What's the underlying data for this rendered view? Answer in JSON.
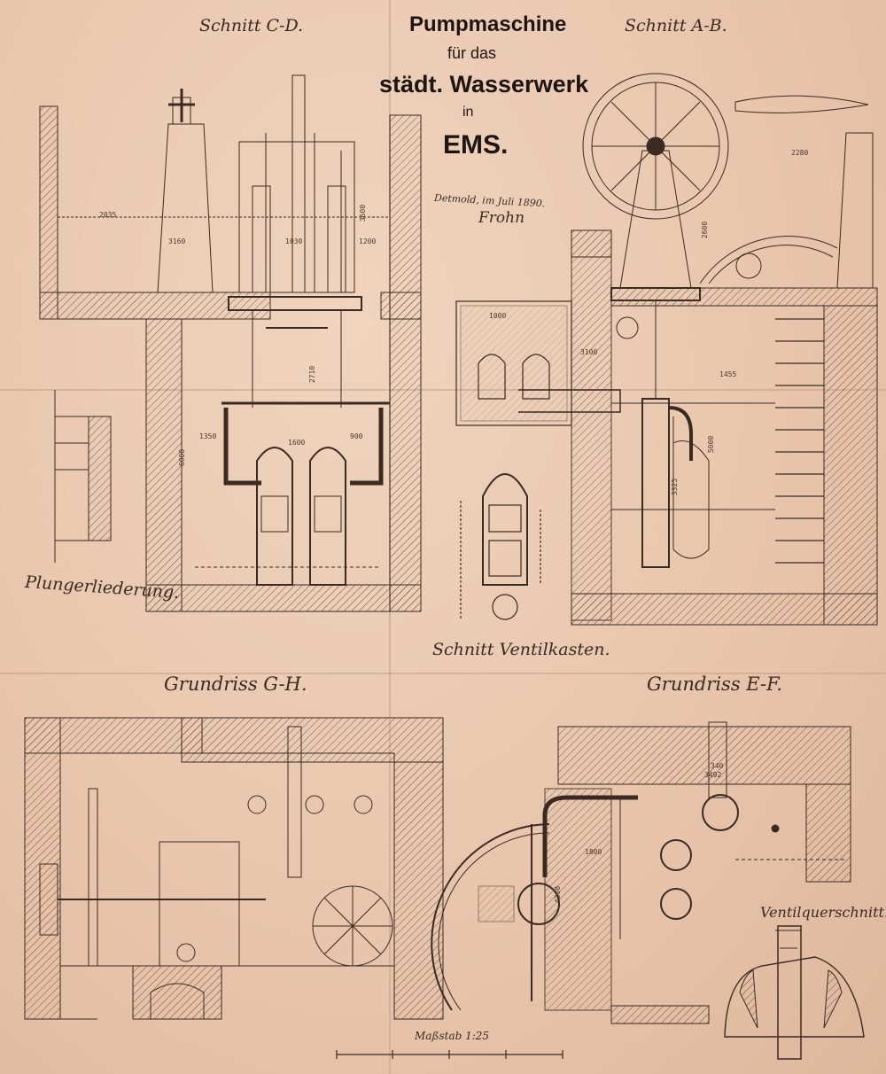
{
  "title": {
    "line1": "Pumpmaschine",
    "line2": "für das",
    "line3": "städt. Wasserwerk",
    "line4": "in",
    "line5": "EMS."
  },
  "signature": {
    "place_date": "Detmold, im Juli 1890.",
    "name": "Frohn"
  },
  "views": {
    "section_cd": "Schnitt C-D.",
    "section_ab": "Schnitt A-B.",
    "plunger": "Plungerliederung.",
    "valve_box": "Schnitt Ventilkasten.",
    "plan_gh": "Grundriss G-H.",
    "plan_ef": "Grundriss E-F.",
    "valve_cross": "Ventilquerschnitt."
  },
  "scale": {
    "label": "Maßstab 1:25"
  },
  "dimensions": {
    "d2035": "2035",
    "d3160": "3160",
    "d1030": "1030",
    "d1200": "1200",
    "d3600": "3600",
    "d2710": "2710",
    "d1350": "1350",
    "d1600": "1600",
    "d6000": "6000",
    "d900": "900",
    "d1000": "1000",
    "d2280": "2280",
    "d2600": "2600",
    "d3100": "3100",
    "d1455": "1455",
    "d5000": "5000",
    "d3325": "3325",
    "d4300": "4300",
    "d1800": "1800",
    "d340": "340",
    "d3492": "3492"
  },
  "colors": {
    "paper": "#e9c9b1",
    "ink": "#3a2a22",
    "hatch": "#6b5146"
  }
}
